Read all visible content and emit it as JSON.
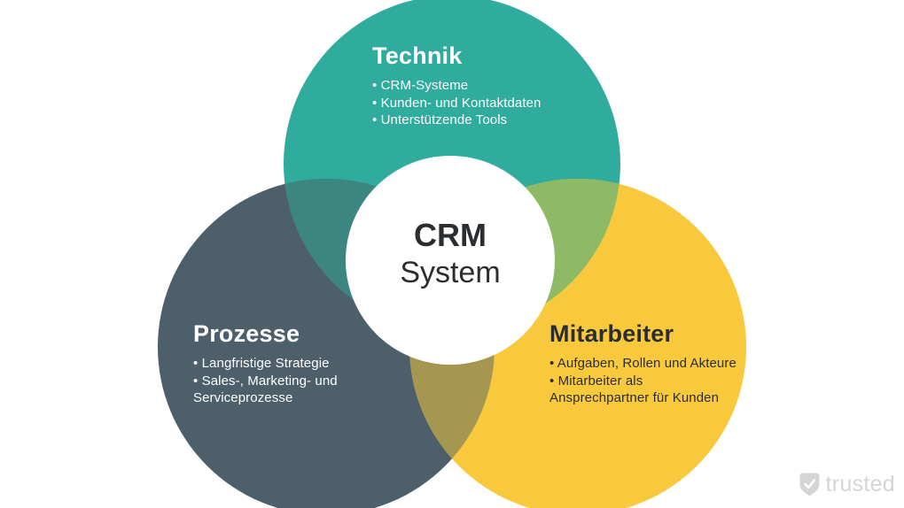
{
  "colors": {
    "technik": "#2fac9d",
    "prozesse": "#4c5f6b",
    "mitarbeiter": "#f9c93d",
    "overlap_technik_prozesse": "#3d8581",
    "overlap_technik_mitarbeiter": "#8eba67",
    "overlap_prozesse_mitarbeiter": "#a69750",
    "center_circle": "#ffffff",
    "light_text": "#ffffff",
    "dark_text": "#2b2e31",
    "watermark": "#d3d5d6"
  },
  "center": {
    "title": "CRM",
    "subtitle": "System"
  },
  "sections": {
    "technik": {
      "title": "Technik",
      "lines": [
        "• CRM-Systeme",
        "• Kunden- und Kontaktdaten",
        "• Unterstützende Tools"
      ]
    },
    "prozesse": {
      "title": "Prozesse",
      "lines": [
        "• Langfristige Strategie",
        "• Sales-, Marketing- und",
        "Serviceprozesse"
      ]
    },
    "mitarbeiter": {
      "title": "Mitarbeiter",
      "lines": [
        "• Aufgaben, Rollen und Akteure",
        "• Mitarbeiter als",
        "Ansprechpartner für Kunden"
      ]
    }
  },
  "watermark": {
    "label": "trusted"
  }
}
